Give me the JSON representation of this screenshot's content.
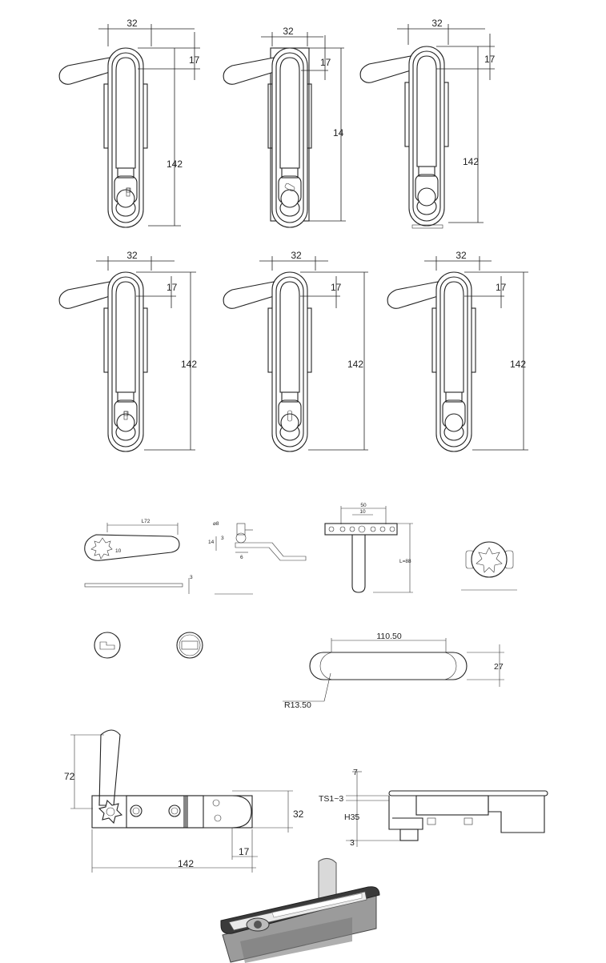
{
  "views": [
    {
      "width": "32",
      "offset": "17",
      "height": "142",
      "face": "key-p",
      "framed": false
    },
    {
      "width": "32",
      "offset": "17",
      "height": "14",
      "face": "key-diag",
      "framed": true
    },
    {
      "width": "32",
      "offset": "17",
      "height": "142",
      "face": "plain",
      "framed": false
    },
    {
      "width": "32",
      "offset": "17",
      "height": "142",
      "face": "key-p",
      "framed": false
    },
    {
      "width": "32",
      "offset": "17",
      "height": "142",
      "face": "key-slot",
      "framed": false
    },
    {
      "width": "32",
      "offset": "17",
      "height": "142",
      "face": "plain",
      "framed": false
    }
  ],
  "parts": {
    "cam_length": "L72",
    "cam_hole": "10",
    "cam_thickness": "3",
    "rod_dia": "⌀8",
    "rod_d1": "3",
    "rod_d2": "14",
    "rod_d3": "6",
    "bracket_width": "50",
    "bracket_pitch": "10",
    "bracket_length": "L=88"
  },
  "cutout": {
    "length": "110.50",
    "height": "27",
    "radius": "R13.50"
  },
  "assembly": {
    "handle_len": "72",
    "body_len": "142",
    "width": "32",
    "offset": "17",
    "ts": "TS1~3",
    "h": "H35",
    "top_gap": "7",
    "bottom": "3"
  }
}
